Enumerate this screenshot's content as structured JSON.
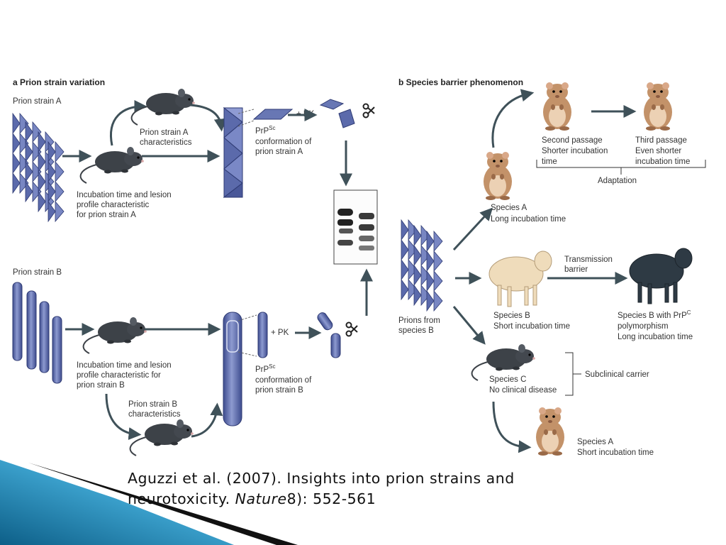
{
  "panel_a": {
    "title": "a  Prion strain variation",
    "strain_a_label": "Prion strain A",
    "strain_a_char": [
      "Prion strain A",
      "characteristics"
    ],
    "incubation_a": [
      "Incubation time and lesion",
      "profile characteristic",
      "for prion strain A"
    ],
    "pk_a": "+ PK",
    "prpsc_a": [
      "PrP",
      "Sc",
      "conformation of",
      "prion strain A"
    ],
    "strain_b_label": "Prion strain B",
    "incubation_b": [
      "Incubation time and lesion",
      "profile characteristic for",
      "prion strain B"
    ],
    "strain_b_char": [
      "Prion strain B",
      "characteristics"
    ],
    "pk_b": "+ PK",
    "prpsc_b": [
      "PrP",
      "Sc",
      "conformation of",
      "prion strain B"
    ]
  },
  "panel_b": {
    "title": "b  Species barrier phenomenon",
    "second_passage": [
      "Second passage",
      "Shorter incubation",
      "time"
    ],
    "third_passage": [
      "Third passage",
      "Even shorter",
      "incubation time"
    ],
    "adaptation": "Adaptation",
    "species_a_long": [
      "Species A",
      "Long incubation time"
    ],
    "prions_from_b": [
      "Prions from",
      "species B"
    ],
    "transmission_barrier": [
      "Transmission",
      "barrier"
    ],
    "species_b_short": [
      "Species B",
      "Short incubation time"
    ],
    "species_b_prp": [
      "Species B with PrP",
      "C",
      "polymorphism",
      "Long incubation time"
    ],
    "species_c": [
      "Species C",
      "No clinical disease"
    ],
    "subclinical": "Subclinical carrier",
    "species_a_short": [
      "Species A",
      "Short incubation time"
    ]
  },
  "citation": {
    "line1": "Aguzzi et al. (2007). Insights into prion strains and",
    "line2_prefix": "neurotoxicity. ",
    "journal": "Nature",
    "line2_suffix": "8): 552-561"
  },
  "colors": {
    "prion_blue": "#5a6aaa",
    "mouse_grey": "#3c4147",
    "hamster_tan": "#c09068",
    "sheep_cream": "#efdcbb",
    "sheep_black": "#2e3a44",
    "arrow": "#3f5159",
    "slide_accent": "#2a8fbf"
  }
}
